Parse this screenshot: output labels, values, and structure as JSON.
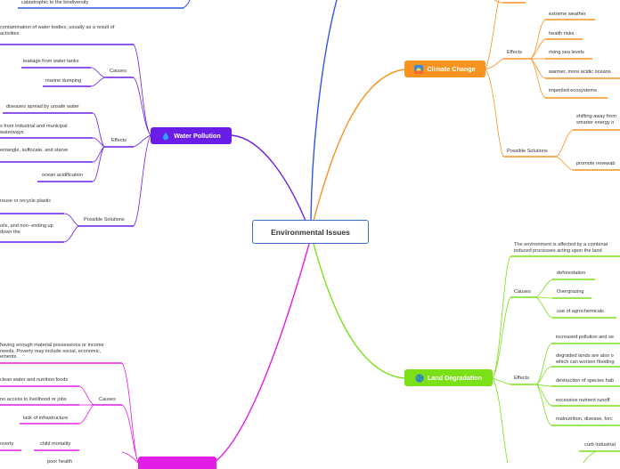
{
  "central": {
    "title": "Environmental Issues"
  },
  "biodiversity": {
    "tail_text": "catastrophic to the biodiversity"
  },
  "water_pollution": {
    "title": "Water Pollution",
    "definition": "contamination of water bodies, usually as a result of activities",
    "causes_label": "Causes",
    "causes": [
      "leakage from water tanks",
      "marine dumping"
    ],
    "effects_label": "Effects",
    "effects": [
      "diseases spread by unsafe water",
      "s from industrial and municipal waterways",
      "entangle, suffocate, and starve",
      "ocean acidification"
    ],
    "solutions_label": "Possible Solutions",
    "solutions": [
      "reuse or recycle plastic",
      "oils, and non- ending up down the"
    ]
  },
  "climate_change": {
    "title": "Climate Change",
    "effects_label": "Effects",
    "effects": [
      "extreme weather",
      "health risks",
      "rising sea levels",
      "warmer, more acidic oceans",
      "imperiled ecosystems"
    ],
    "solutions_label": "Possible Solutions",
    "solutions": [
      "shifting away from smarter energy o",
      "promote renewab"
    ]
  },
  "land_degradation": {
    "title": "Land Degradation",
    "definition": "The environment is affected by a combinat induced processes acting upon the land",
    "causes_label": "Causes",
    "causes": [
      "deforestation",
      "Overgrazing",
      "use of agrochemicals"
    ],
    "effects_label": "Effects",
    "effects": [
      "increased pollution and se",
      "degraded lands are also o which can worsen flooding",
      "destruction of species hab",
      "excessive nutrient runoff",
      "malnutrition, disease, forc"
    ],
    "solutions": [
      "curb industrial"
    ]
  },
  "poverty": {
    "definition": "having enough material possessions or income needs. Poverty may include social, economic, ements.",
    "causes_label": "Causes",
    "causes": [
      "clean water and nutrition foods",
      "no access to livelihood or jobs",
      "lack of infrastructure"
    ],
    "effects_partial": [
      "overty",
      "child mortality",
      "poor health"
    ]
  },
  "colors": {
    "center_border": "#3b6fc4",
    "biodiversity": "#2f55e8",
    "water_pollution": "#6a1de6",
    "climate_change": "#f7931e",
    "land_degradation": "#7be017",
    "poverty": "#e21ee6"
  },
  "icons": {
    "water_pollution": "water-drop-icon",
    "climate_change": "sunset-icon",
    "land_degradation": "globe-icon"
  }
}
